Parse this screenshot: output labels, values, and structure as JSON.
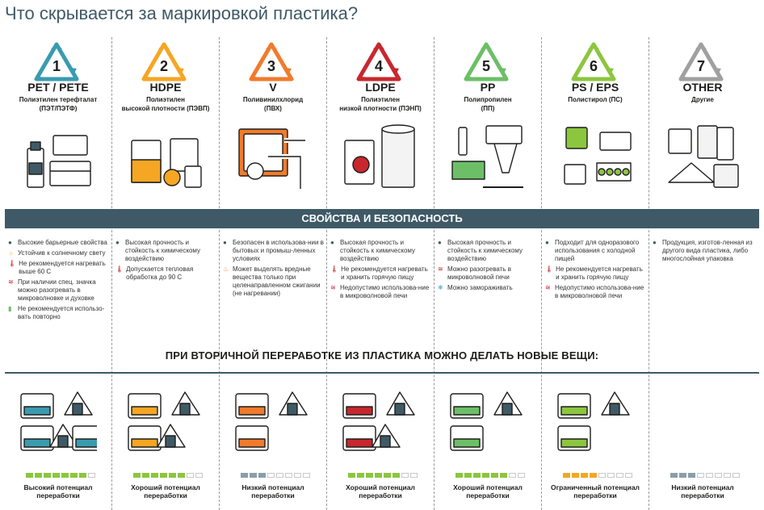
{
  "title": "Что скрывается за маркировкой пластика?",
  "section_properties": "СВОЙСТВА И БЕЗОПАСНОСТЬ",
  "section_recycle": "ПРИ ВТОРИЧНОЙ ПЕРЕРАБОТКЕ ИЗ ПЛАСТИКА МОЖНО ДЕЛАТЬ НОВЫЕ ВЕЩИ:",
  "colors": {
    "band": "#3f5a66",
    "dash": "#9a9a9a",
    "bar_off": "#ffffff"
  },
  "plastics": [
    {
      "number": "1",
      "code": "PET / PETE",
      "name1": "Полиэтилен терефталат",
      "name2": "(ПЭТ/ПЭТФ)",
      "color": "#3a9bb0",
      "icon": "bottle-and-container",
      "props": [
        {
          "icon": "dot",
          "text": "Высокие барьерные свойства"
        },
        {
          "icon": "sun",
          "text": "Устойчив к солнечному свету"
        },
        {
          "icon": "thermometer",
          "text": "Не рекомендуется нагревать выше 60 С"
        },
        {
          "icon": "microwave-wave",
          "text": "При наличии спец. значка можно разогревать в микроволновке и духовке"
        },
        {
          "icon": "trash",
          "text": "Не рекомендуется использо-вать повторно"
        }
      ],
      "recycle_icons": [
        "sneaker",
        "sweater",
        "bottle",
        "jar",
        "rug"
      ],
      "potential": "Высокий потенциал переработки",
      "level": 7,
      "bar_color": "#8cc63f"
    },
    {
      "number": "2",
      "code": "HDPE",
      "name1": "Полиэтилен",
      "name2": "высокой плотности (ПЭВП)",
      "color": "#f5a623",
      "icon": "bags-and-toys",
      "props": [
        {
          "icon": "dot",
          "text": "Высокая прочность и стойкость к химическому воздействию"
        },
        {
          "icon": "thermometer",
          "text": "Допускается тепловая обработка до 90 С"
        }
      ],
      "recycle_icons": [
        "pipe",
        "bench",
        "fence",
        "bottle"
      ],
      "potential": "Хороший потенциал переработки",
      "level": 6,
      "bar_color": "#8cc63f"
    },
    {
      "number": "3",
      "code": "V",
      "name1": "Поливинилхлорид",
      "name2": "(ПВХ)",
      "color": "#f07b2c",
      "icon": "window-and-pipes",
      "props": [
        {
          "icon": "dot",
          "text": "Безопасен в использова-нии в бытовых и промыш-ленных условиях"
        },
        {
          "icon": "fire",
          "text": "Может выделять вредные вещества только при целенаправленном сжигании (не нагревании)"
        }
      ],
      "recycle_icons": [
        "panel",
        "tile",
        "boot"
      ],
      "potential": "Низкий потенциал переработки",
      "level": 3,
      "bar_color": "#8a9ea8"
    },
    {
      "number": "4",
      "code": "LDPE",
      "name1": "Полиэтилен",
      "name2": "низкой плотности (ПЭНП)",
      "color": "#c8272e",
      "icon": "bags-and-film",
      "props": [
        {
          "icon": "dot",
          "text": "Высокая прочность и стойкость к химическому воздействию"
        },
        {
          "icon": "thermometer",
          "text": "Не рекомендуется нагревать и хранить горячую пищу"
        },
        {
          "icon": "microwave-wave",
          "text": "Недопустимо использова-ние в микроволновой печи"
        }
      ],
      "recycle_icons": [
        "envelope",
        "film-roll",
        "tape",
        "bag"
      ],
      "potential": "Хороший потенциал переработки",
      "level": 6,
      "bar_color": "#8cc63f"
    },
    {
      "number": "5",
      "code": "PP",
      "name1": "Полипропилен",
      "name2": "(ПП)",
      "color": "#6cbf67",
      "icon": "containers-and-syringe",
      "props": [
        {
          "icon": "dot",
          "text": "Высокая прочность и стойкость к химическому воздействию"
        },
        {
          "icon": "microwave-wave",
          "text": "Можно разогревать в микроволновой печи"
        },
        {
          "icon": "snowflake",
          "text": "Можно замораживать"
        }
      ],
      "recycle_icons": [
        "trash-bin",
        "crate",
        "garbage-bag"
      ],
      "potential": "Хороший потенциал переработки",
      "level": 6,
      "bar_color": "#8cc63f"
    },
    {
      "number": "6",
      "code": "PS / EPS",
      "name1": "Полистирол (ПС)",
      "name2": "",
      "color": "#8cc63f",
      "icon": "cutlery-and-trays",
      "props": [
        {
          "icon": "dot",
          "text": "Подходит для одноразового использования с холодной пищей"
        },
        {
          "icon": "thermometer",
          "text": "Не рекомендуется нагревать и хранить горячую пищу"
        },
        {
          "icon": "microwave-wave",
          "text": "Недопустимо использова-ние в микроволновой печи"
        }
      ],
      "recycle_icons": [
        "bucket",
        "panels",
        "rolls"
      ],
      "potential": "Ограниченный потенциал переработки",
      "level": 4,
      "bar_color": "#f5a623"
    },
    {
      "number": "7",
      "code": "OTHER",
      "name1": "Другие",
      "name2": "",
      "color": "#a0a0a0",
      "icon": "mixed-packaging",
      "props": [
        {
          "icon": "dot",
          "text": "Продукция, изготов-ленная из другого вида пластика, либо многослойная упаковка"
        }
      ],
      "recycle_icons": [],
      "potential": "Низкий потенциал переработки",
      "level": 3,
      "bar_color": "#8a9ea8"
    }
  ]
}
